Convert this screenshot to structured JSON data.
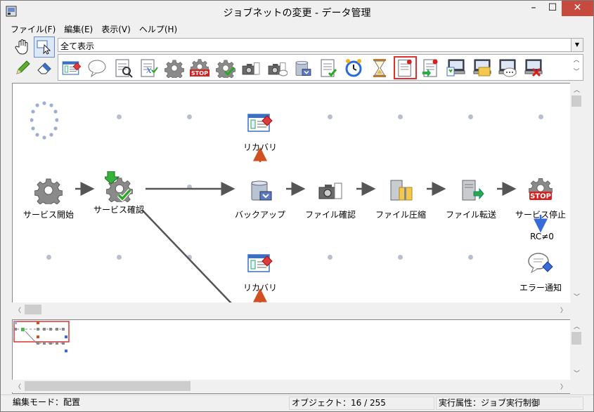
{
  "window": {
    "title": "ジョブネットの変更 - データ管理"
  },
  "menu": [
    "ファイル(F)",
    "編集(E)",
    "表示(V)",
    "ヘルプ(H)"
  ],
  "left_tools": [
    "hand-tool-icon",
    "select-tool-icon",
    "pencil-tool-icon",
    "eraser-tool-icon"
  ],
  "filter": {
    "value": "全て表示"
  },
  "palette": [
    {
      "icon": "recovery-job-icon"
    },
    {
      "icon": "message-balloon-icon"
    },
    {
      "icon": "search-document-icon"
    },
    {
      "icon": "variable-icon"
    },
    {
      "icon": "gear-icon"
    },
    {
      "icon": "gear-stop-icon"
    },
    {
      "icon": "gear-check-icon"
    },
    {
      "icon": "camera-icon"
    },
    {
      "icon": "camera-document-icon"
    },
    {
      "icon": "backup-drive-icon"
    },
    {
      "icon": "document-check-icon"
    },
    {
      "icon": "alarm-clock-icon"
    },
    {
      "icon": "hourglass-icon"
    },
    {
      "icon": "clipboard-pin-icon",
      "selected": true
    },
    {
      "icon": "clipboard-arrow-icon"
    },
    {
      "icon": "computer-download-icon"
    },
    {
      "icon": "computer-folder-icon"
    },
    {
      "icon": "computer-message-icon"
    },
    {
      "icon": "computer-cancel-icon"
    }
  ],
  "nodes": [
    {
      "id": "service-start",
      "label": "サービス開始",
      "icon": "gear-icon"
    },
    {
      "id": "service-check",
      "label": "サービス確認",
      "icon": "gear-check-icon"
    },
    {
      "id": "recovery-top",
      "label": "リカバリ",
      "icon": "recovery-job-icon"
    },
    {
      "id": "backup",
      "label": "バックアップ",
      "icon": "backup-drive-icon"
    },
    {
      "id": "file-check",
      "label": "ファイル確認",
      "icon": "camera-icon"
    },
    {
      "id": "file-compress",
      "label": "ファイル圧縮",
      "icon": "zip-server-icon"
    },
    {
      "id": "file-transfer",
      "label": "ファイル転送",
      "icon": "server-transfer-icon"
    },
    {
      "id": "service-stop",
      "label": "サービス停止",
      "icon": "gear-stop-icon"
    },
    {
      "id": "recovery-bottom",
      "label": "リカバリ",
      "icon": "recovery-job-icon"
    },
    {
      "id": "error-notify",
      "label": "エラー通知",
      "icon": "message-balloon-icon"
    }
  ],
  "edge_labels": {
    "rc": "RC≠0"
  },
  "status": {
    "mode": "編集モード：配置",
    "objects": "オブジェクト：16 / 255",
    "attribute": "実行属性：ジョブ実行制御"
  },
  "colors": {
    "selection": "#e03030",
    "arrow_red": "#d05020",
    "arrow_blue": "#3a6ad8",
    "grid_dot": "#b8bfcf",
    "close_button": "#c74a3f"
  }
}
